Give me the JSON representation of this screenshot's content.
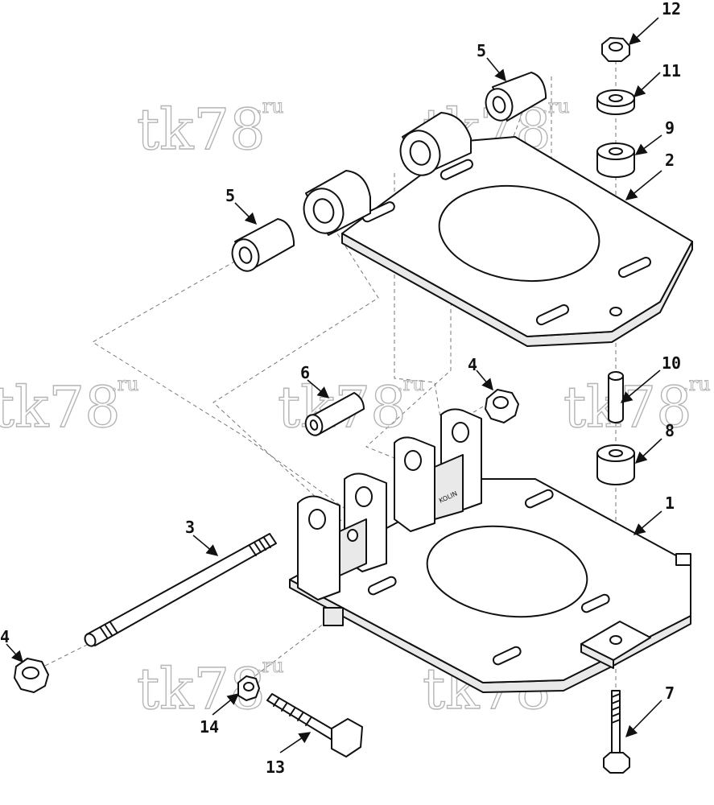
{
  "diagram": {
    "type": "exploded-parts-diagram",
    "colors": {
      "ink": "#111111",
      "hidden_line": "#777777",
      "watermark": "#b5b5b5",
      "background": "#ffffff"
    },
    "stamp": "KOLIN",
    "watermark": {
      "main": "tk78",
      "suffix": ".ru"
    },
    "callouts": [
      {
        "id": "c12",
        "label": "12"
      },
      {
        "id": "c11",
        "label": "11"
      },
      {
        "id": "c9",
        "label": "9"
      },
      {
        "id": "c2",
        "label": "2"
      },
      {
        "id": "c5a",
        "label": "5"
      },
      {
        "id": "c5b",
        "label": "5"
      },
      {
        "id": "c6",
        "label": "6"
      },
      {
        "id": "c4a",
        "label": "4"
      },
      {
        "id": "c10",
        "label": "10"
      },
      {
        "id": "c8",
        "label": "8"
      },
      {
        "id": "c1",
        "label": "1"
      },
      {
        "id": "c3",
        "label": "3"
      },
      {
        "id": "c4b",
        "label": "4"
      },
      {
        "id": "c7",
        "label": "7"
      },
      {
        "id": "c14",
        "label": "14"
      },
      {
        "id": "c13",
        "label": "13"
      }
    ]
  }
}
